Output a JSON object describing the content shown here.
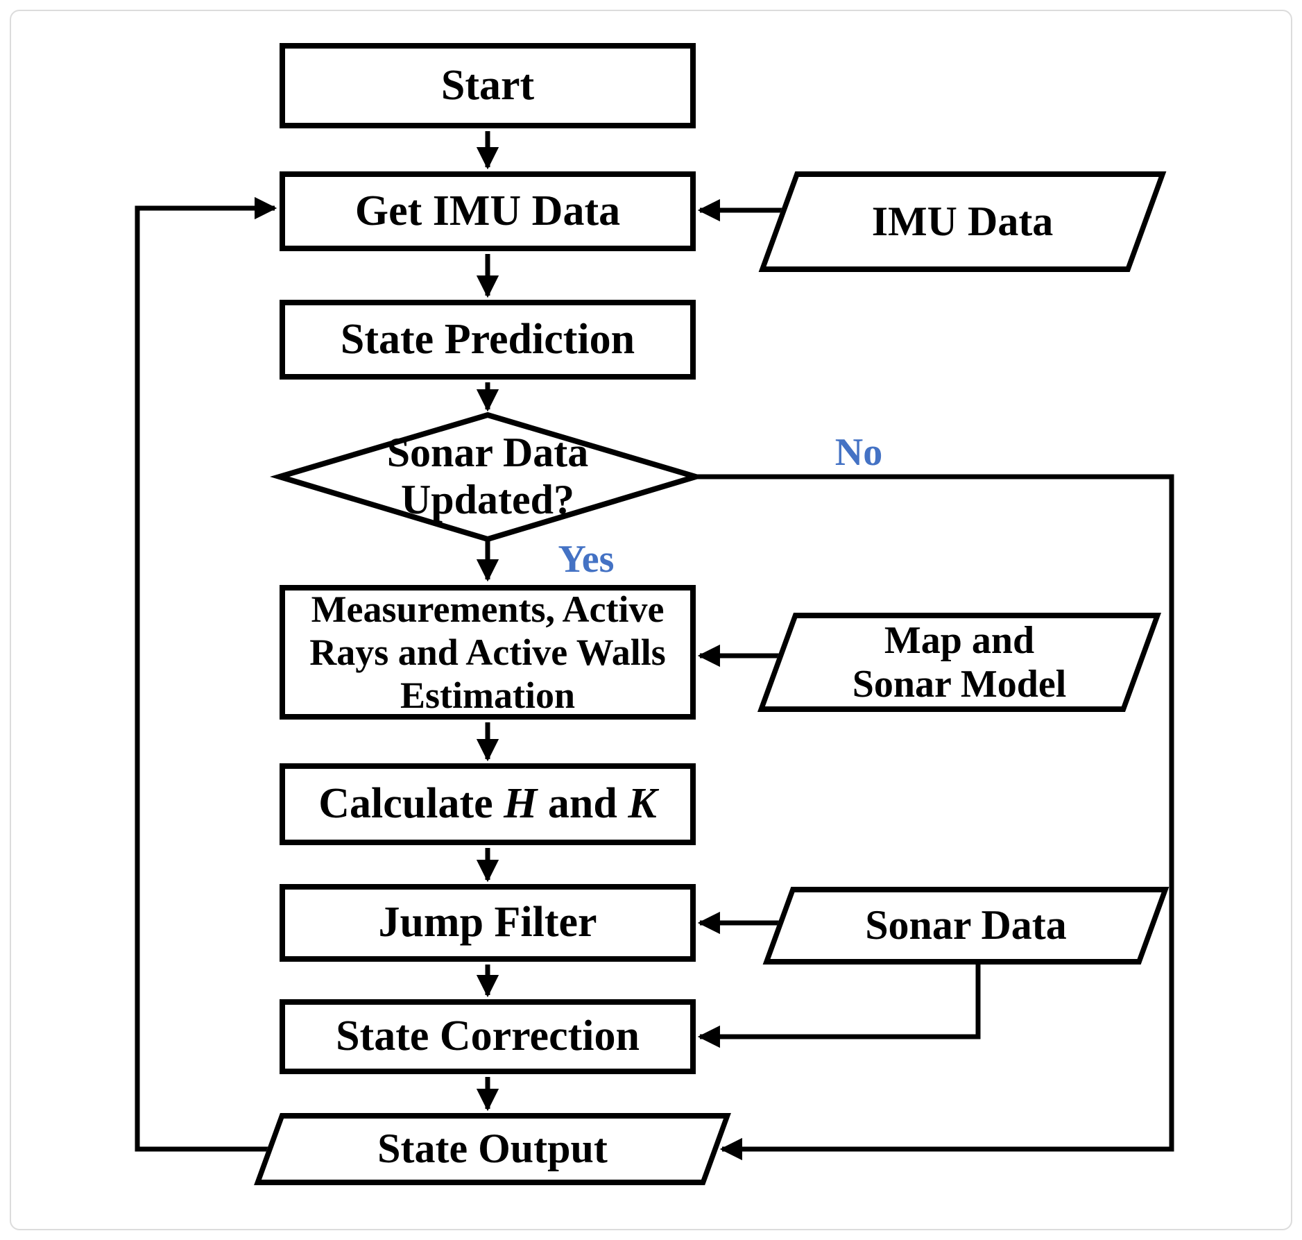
{
  "figure": {
    "type": "flowchart"
  },
  "colors": {
    "ink": "#000000",
    "edge_label_blue": "#4472C4",
    "background": "#ffffff",
    "frame_gray": "#dcdcdc"
  },
  "nodes": {
    "start": {
      "shape": "process",
      "label": "Start"
    },
    "get_imu_data": {
      "shape": "process",
      "label": "Get IMU Data"
    },
    "state_prediction": {
      "shape": "process",
      "label": "State Prediction"
    },
    "sonar_updated": {
      "shape": "decision",
      "lines": [
        "Sonar Data",
        "Updated?"
      ]
    },
    "measurements": {
      "shape": "process",
      "lines": [
        "Measurements, Active",
        "Rays and Active Walls",
        "Estimation"
      ]
    },
    "calculate_hk": {
      "shape": "process",
      "parts": {
        "prefix": "Calculate ",
        "var1": "H",
        "middle": " and ",
        "var2": "K"
      }
    },
    "jump_filter": {
      "shape": "process",
      "label": "Jump Filter"
    },
    "state_correction": {
      "shape": "process",
      "label": "State Correction"
    },
    "state_output": {
      "shape": "input-output",
      "label": "State Output"
    },
    "imu_data": {
      "shape": "input-output",
      "label": "IMU Data"
    },
    "map_sonar_model": {
      "shape": "input-output",
      "lines": [
        "Map and",
        "Sonar Model"
      ]
    },
    "sonar_data": {
      "shape": "input-output",
      "label": "Sonar Data"
    }
  },
  "edge_labels": {
    "yes": "Yes",
    "no": "No"
  }
}
